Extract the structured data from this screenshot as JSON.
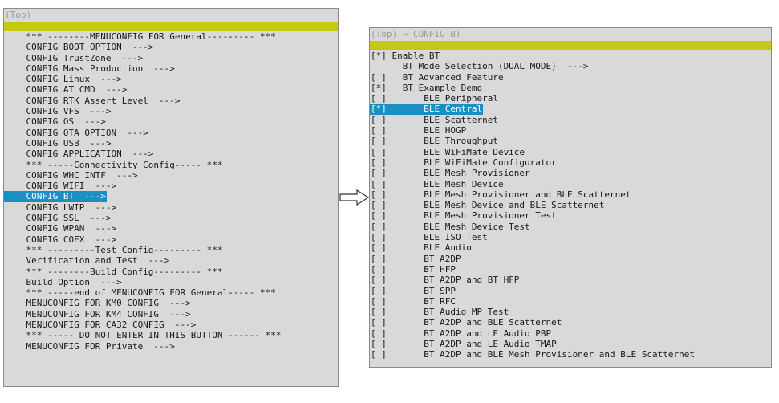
{
  "left": {
    "title": "(Top)",
    "items": [
      {
        "text": "    *** --------MENUCONFIG FOR General--------- ***",
        "selected": false
      },
      {
        "text": "    CONFIG BOOT OPTION  --->",
        "selected": false
      },
      {
        "text": "    CONFIG TrustZone  --->",
        "selected": false
      },
      {
        "text": "    CONFIG Mass Production  --->",
        "selected": false
      },
      {
        "text": "    CONFIG Linux  --->",
        "selected": false
      },
      {
        "text": "    CONFIG AT CMD  --->",
        "selected": false
      },
      {
        "text": "    CONFIG RTK Assert Level  --->",
        "selected": false
      },
      {
        "text": "    CONFIG VFS  --->",
        "selected": false
      },
      {
        "text": "    CONFIG OS  --->",
        "selected": false
      },
      {
        "text": "    CONFIG OTA OPTION  --->",
        "selected": false
      },
      {
        "text": "    CONFIG USB  --->",
        "selected": false
      },
      {
        "text": "    CONFIG APPLICATION  --->",
        "selected": false
      },
      {
        "text": "    *** -----Connectivity Config----- ***",
        "selected": false
      },
      {
        "text": "    CONFIG WHC INTF  --->",
        "selected": false
      },
      {
        "text": "    CONFIG WIFI  --->",
        "selected": false
      },
      {
        "text": "    CONFIG BT  --->",
        "selected": true
      },
      {
        "text": "    CONFIG LWIP  --->",
        "selected": false
      },
      {
        "text": "    CONFIG SSL  --->",
        "selected": false
      },
      {
        "text": "    CONFIG WPAN  --->",
        "selected": false
      },
      {
        "text": "    CONFIG COEX  --->",
        "selected": false
      },
      {
        "text": "    *** ---------Test Config--------- ***",
        "selected": false
      },
      {
        "text": "    Verification and Test  --->",
        "selected": false
      },
      {
        "text": "    *** --------Build Config--------- ***",
        "selected": false
      },
      {
        "text": "    Build Option  --->",
        "selected": false
      },
      {
        "text": "    *** -----end of MENUCONFIG FOR General----- ***",
        "selected": false
      },
      {
        "text": "    MENUCONFIG FOR KM0 CONFIG  --->",
        "selected": false
      },
      {
        "text": "    MENUCONFIG FOR KM4 CONFIG  --->",
        "selected": false
      },
      {
        "text": "    MENUCONFIG FOR CA32 CONFIG  --->",
        "selected": false
      },
      {
        "text": "    *** ----- DO NOT ENTER IN THIS BUTTON ------ ***",
        "selected": false
      },
      {
        "text": "    MENUCONFIG FOR Private  --->",
        "selected": false
      }
    ]
  },
  "right": {
    "title": "(Top) → CONFIG BT",
    "items": [
      {
        "text": "[*] Enable BT",
        "selected": false
      },
      {
        "text": "      BT Mode Selection (DUAL_MODE)  --->",
        "selected": false
      },
      {
        "text": "[ ]   BT Advanced Feature",
        "selected": false
      },
      {
        "text": "[*]   BT Example Demo",
        "selected": false
      },
      {
        "text": "[ ]       BLE Peripheral",
        "selected": false
      },
      {
        "text": "[*]       BLE Central",
        "selected": true
      },
      {
        "text": "[ ]       BLE Scatternet",
        "selected": false
      },
      {
        "text": "[ ]       BLE HOGP",
        "selected": false
      },
      {
        "text": "[ ]       BLE Throughput",
        "selected": false
      },
      {
        "text": "[ ]       BLE WiFiMate Device",
        "selected": false
      },
      {
        "text": "[ ]       BLE WiFiMate Configurator",
        "selected": false
      },
      {
        "text": "[ ]       BLE Mesh Provisioner",
        "selected": false
      },
      {
        "text": "[ ]       BLE Mesh Device",
        "selected": false
      },
      {
        "text": "[ ]       BLE Mesh Provisioner and BLE Scatternet",
        "selected": false
      },
      {
        "text": "[ ]       BLE Mesh Device and BLE Scatternet",
        "selected": false
      },
      {
        "text": "[ ]       BLE Mesh Provisioner Test",
        "selected": false
      },
      {
        "text": "[ ]       BLE Mesh Device Test",
        "selected": false
      },
      {
        "text": "[ ]       BLE ISO Test",
        "selected": false
      },
      {
        "text": "[ ]       BLE Audio",
        "selected": false
      },
      {
        "text": "[ ]       BT A2DP",
        "selected": false
      },
      {
        "text": "[ ]       BT HFP",
        "selected": false
      },
      {
        "text": "[ ]       BT A2DP and BT HFP",
        "selected": false
      },
      {
        "text": "[ ]       BT SPP",
        "selected": false
      },
      {
        "text": "[ ]       BT RFC",
        "selected": false
      },
      {
        "text": "[ ]       BT Audio MP Test",
        "selected": false
      },
      {
        "text": "[ ]       BT A2DP and BLE Scatternet",
        "selected": false
      },
      {
        "text": "[ ]       BT A2DP and LE Audio PBP",
        "selected": false
      },
      {
        "text": "[ ]       BT A2DP and LE Audio TMAP",
        "selected": false
      },
      {
        "text": "[ ]       BT A2DP and BLE Mesh Provisioner and BLE Scatternet",
        "selected": false
      }
    ]
  },
  "arrow_icon": "right-arrow-icon",
  "colors": {
    "panel_bg": "#d9d9d9",
    "header_bar": "#c6c614",
    "selection": "#1a8fc4",
    "selection_text": "#ffffff",
    "title_text": "#9a9a9a"
  }
}
